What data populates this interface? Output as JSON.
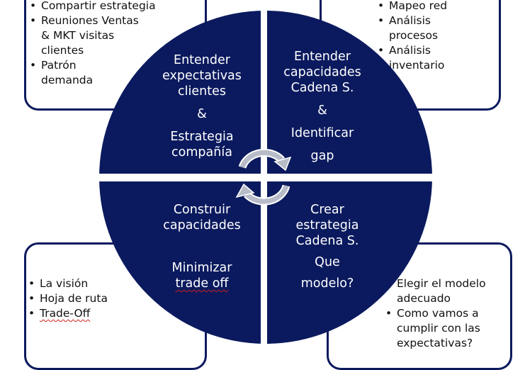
{
  "colors": {
    "navy": "#0b1a5e",
    "arrow": "#b8bcc8"
  },
  "boxes": {
    "top_left": [
      "Compartir estrategia",
      "Reuniones Ventas & MKT visitas clientes",
      "Patrón demanda"
    ],
    "top_right": [
      "Mapeo red",
      "Análisis procesos",
      "Análisis inventario"
    ],
    "bottom_left": [
      "La visión",
      "Hoja de ruta",
      "Trade-Off"
    ],
    "bottom_right": [
      "Elegir el modelo adecuado",
      "Como vamos a cumplir con las expectativas?"
    ]
  },
  "quadrants": {
    "top_left": {
      "l1": "Entender",
      "l2": "expectativas",
      "l3": "clientes",
      "amp": "&",
      "l4": "Estrategia",
      "l5": "compañía"
    },
    "top_right": {
      "l1": "Entender",
      "l2": "capacidades",
      "l3": "Cadena S.",
      "amp": "&",
      "l4": "Identificar",
      "l5": "gap"
    },
    "bottom_left": {
      "l1": "Construir",
      "l2": "capacidades",
      "l3": "Minimizar",
      "l4": "trade off"
    },
    "bottom_right": {
      "l1": "Crear",
      "l2": "estrategia",
      "l3": "Cadena S.",
      "l4": "Que",
      "l5": "modelo?"
    }
  }
}
